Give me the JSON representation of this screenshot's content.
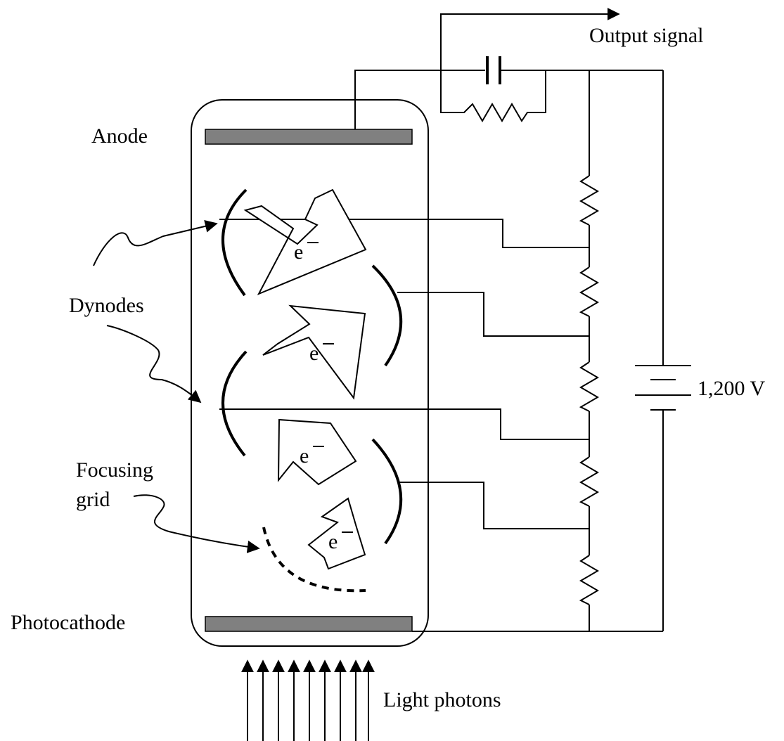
{
  "labels": {
    "output_signal": "Output signal",
    "anode": "Anode",
    "dynodes": "Dynodes",
    "focusing_grid_line1": "Focusing",
    "focusing_grid_line2": "grid",
    "photocathode": "Photocathode",
    "voltage": "1,200 V",
    "light_photons": "Light photons",
    "electron": "e"
  },
  "colors": {
    "electrode_fill": "#808080",
    "line": "#000000",
    "background": "#ffffff"
  },
  "icons": {
    "capacitor": "capacitor-symbol",
    "resistor": "resistor-symbol",
    "battery": "battery-symbol",
    "electron_arrow": "block-arrow"
  }
}
